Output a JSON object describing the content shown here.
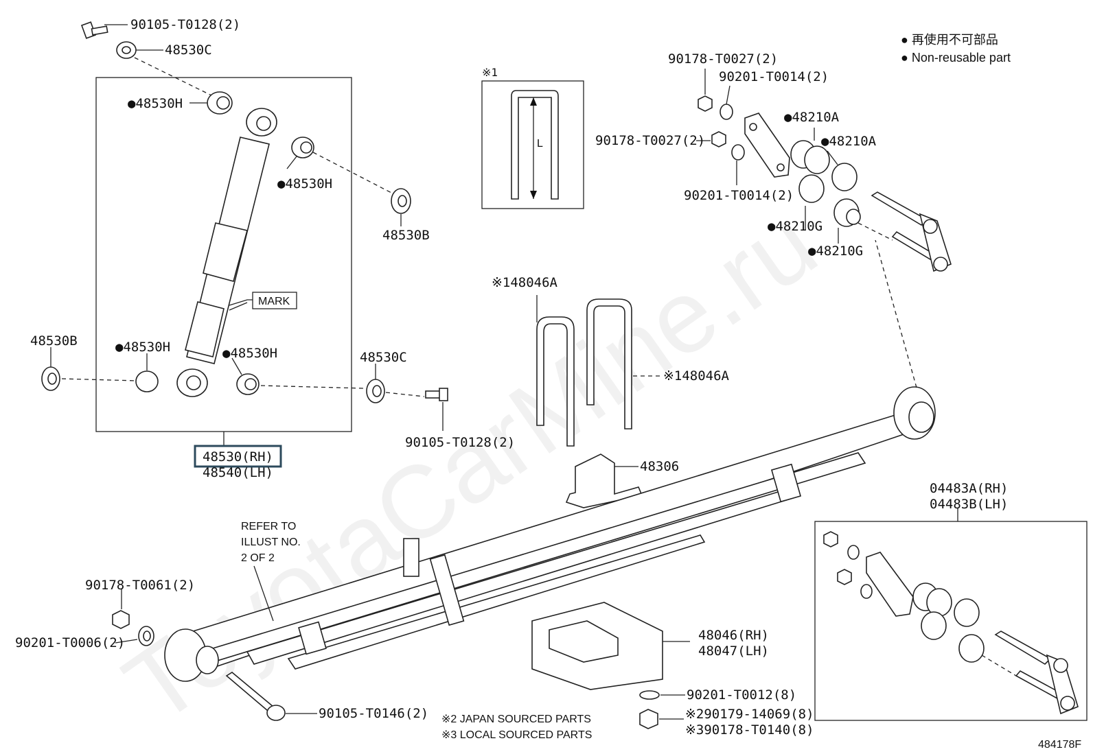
{
  "watermark": "ToyotaCarMine.ru",
  "legend": {
    "line1": "● 再使用不可部品",
    "line2": "● Non-reusable part"
  },
  "figure_id": "484178F",
  "notes": {
    "refer": [
      "REFER TO",
      "ILLUST NO.",
      "2 OF 2"
    ],
    "japan": "※2 JAPAN SOURCED PARTS",
    "local": "※3 LOCAL SOURCED PARTS",
    "inset_mark": "※1",
    "inset_dim": "L",
    "mark_label": "MARK"
  },
  "labels": {
    "bolt_top": "90105-T0128(2)",
    "washer_top": "48530C",
    "bush_h1": "●48530H",
    "bush_h2": "●48530H",
    "bush_h3": "●48530H",
    "bush_h4": "●48530H",
    "washer_b_top": "48530B",
    "washer_b_left": "48530B",
    "washer_c_right": "48530C",
    "bolt_mid": "90105-T0128(2)",
    "absorber_rh": "48530(RH)",
    "absorber_lh": "48540(LH)",
    "nut_top1": "90178-T0027(2)",
    "washer_top1": "90201-T0014(2)",
    "nut_top2": "90178-T0027(2)",
    "washer_top2": "90201-T0014(2)",
    "bush_a1": "●48210A",
    "bush_a2": "●48210A",
    "bush_g1": "●48210G",
    "bush_g2": "●48210G",
    "ubolt_1": "※148046A",
    "ubolt_2": "※148046A",
    "bumper": "48306",
    "shackle_rh": "04483A(RH)",
    "shackle_lh": "04483B(LH)",
    "nut_left": "90178-T0061(2)",
    "washer_left": "90201-T0006(2)",
    "bolt_bottom": "90105-T0146(2)",
    "seat_rh": "48046(RH)",
    "seat_lh": "48047(LH)",
    "washer_bottom": "90201-T0012(8)",
    "nut_j": "※290179-14069(8)",
    "nut_l": "※390178-T0140(8)"
  }
}
